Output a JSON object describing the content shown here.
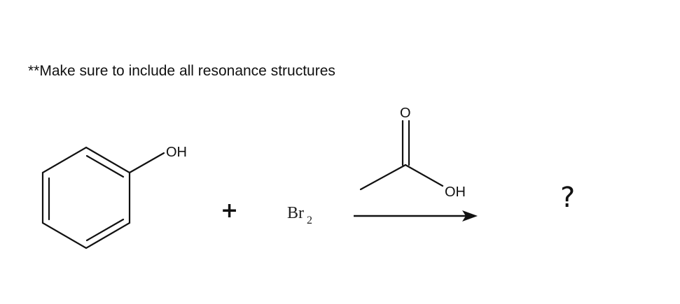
{
  "note": {
    "text": "**Make sure to include all resonance structures"
  },
  "reaction": {
    "reactant_1": {
      "name": "phenol",
      "substituent_label": "OH"
    },
    "plus_sign": "+",
    "reactant_2": {
      "name": "bromine",
      "symbol": "Br",
      "subscript": "2"
    },
    "solvent": {
      "name": "acetic acid",
      "carbonyl_label": "O",
      "hydroxyl_label": "OH"
    },
    "arrow": "reaction-arrow",
    "product": {
      "label": "?"
    }
  },
  "colors": {
    "background": "#ffffff",
    "ink": "#111111"
  }
}
